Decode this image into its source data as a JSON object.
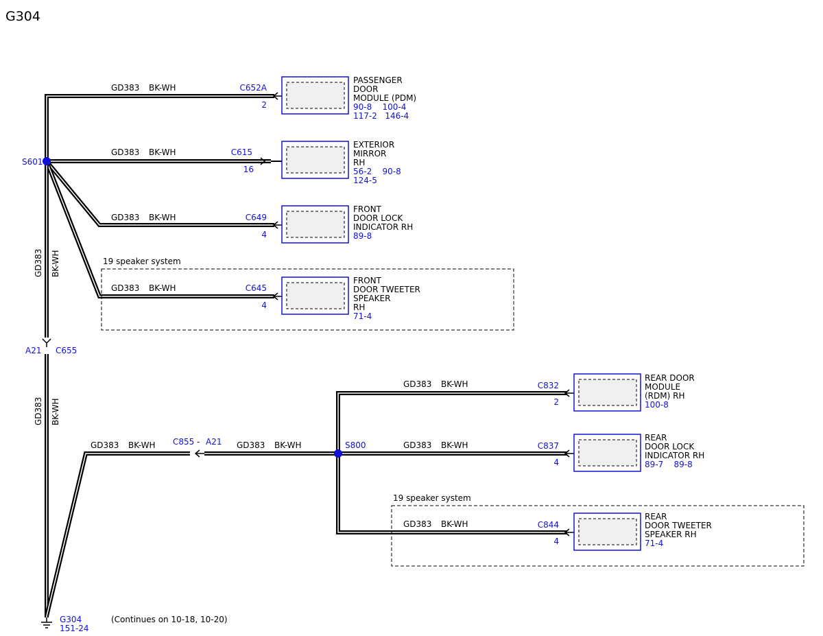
{
  "title": "G304",
  "colors": {
    "wire": "#000000",
    "blue": "#1010d8",
    "box_fill": "#f0f0f0"
  },
  "splices": {
    "s601": "S601",
    "s800": "S800"
  },
  "option_label": "19 speaker system",
  "inline": {
    "c655_left": "A21",
    "c655_right": "C655",
    "c855_left": "C855",
    "c855_dash": "-",
    "c855_right": "A21"
  },
  "wires": [
    {
      "id": "pdm",
      "circuit": "GD383",
      "color": "BK-WH",
      "connector": "C652A",
      "pin": "2"
    },
    {
      "id": "mirror",
      "circuit": "GD383",
      "color": "BK-WH",
      "connector": "C615",
      "pin": "16"
    },
    {
      "id": "lock",
      "circuit": "GD383",
      "color": "BK-WH",
      "connector": "C649",
      "pin": "4"
    },
    {
      "id": "tweeter",
      "circuit": "GD383",
      "color": "BK-WH",
      "connector": "C645",
      "pin": "4"
    },
    {
      "id": "rdm",
      "circuit": "GD383",
      "color": "BK-WH",
      "connector": "C832",
      "pin": "2"
    },
    {
      "id": "rlock",
      "circuit": "GD383",
      "color": "BK-WH",
      "connector": "C837",
      "pin": "4"
    },
    {
      "id": "rtweeter",
      "circuit": "GD383",
      "color": "BK-WH",
      "connector": "C844",
      "pin": "4"
    },
    {
      "id": "vert1",
      "circuit": "GD383",
      "color": "BK-WH"
    },
    {
      "id": "vert2",
      "circuit": "GD383",
      "color": "BK-WH"
    },
    {
      "id": "c855a",
      "circuit": "GD383",
      "color": "BK-WH"
    },
    {
      "id": "c855b",
      "circuit": "GD383",
      "color": "BK-WH"
    }
  ],
  "components": [
    {
      "id": "pdm",
      "lines": [
        "PASSENGER",
        "DOOR",
        "MODULE (PDM)"
      ],
      "refs": [
        "90-8    100-4",
        "117-2   146-4"
      ]
    },
    {
      "id": "mirror",
      "lines": [
        "EXTERIOR",
        "MIRROR",
        "RH"
      ],
      "refs": [
        "56-2    90-8",
        "124-5"
      ]
    },
    {
      "id": "lock",
      "lines": [
        "FRONT",
        "DOOR LOCK",
        "INDICATOR RH"
      ],
      "refs": [
        "89-8"
      ]
    },
    {
      "id": "tweeter",
      "lines": [
        "FRONT",
        "DOOR TWEETER",
        "SPEAKER",
        "RH"
      ],
      "refs": [
        "71-4"
      ]
    },
    {
      "id": "rdm",
      "lines": [
        "REAR DOOR",
        "MODULE",
        "(RDM) RH"
      ],
      "refs": [
        "100-8"
      ]
    },
    {
      "id": "rlock",
      "lines": [
        "REAR",
        "DOOR LOCK",
        "INDICATOR RH"
      ],
      "refs": [
        "89-7    89-8"
      ]
    },
    {
      "id": "rtweeter",
      "lines": [
        "REAR",
        "DOOR TWEETER",
        "SPEAKER RH"
      ],
      "refs": [
        "71-4"
      ]
    }
  ],
  "ground": {
    "label": "G304",
    "ref": "151-24",
    "note": "(Continues on 10-18, 10-20)"
  }
}
